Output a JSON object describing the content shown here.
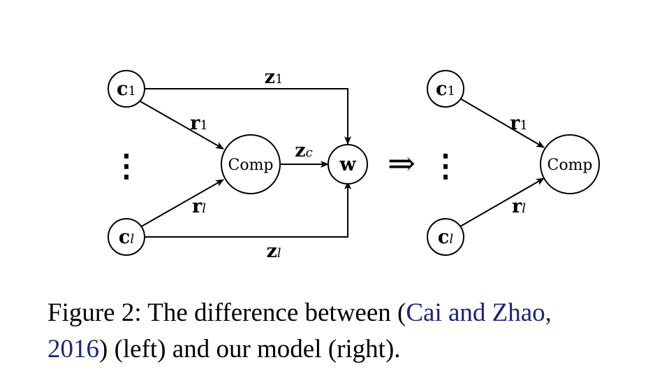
{
  "left": {
    "nodes": {
      "c1": {
        "base": "c",
        "sub": "1"
      },
      "cl": {
        "base": "c",
        "sub": "l"
      },
      "comp": "Comp",
      "w": "w",
      "dots": "⋮"
    },
    "edges": {
      "r1": {
        "base": "r",
        "sub": "1"
      },
      "rl": {
        "base": "r",
        "sub": "l"
      },
      "z1": {
        "base": "z",
        "sub": "1"
      },
      "zl": {
        "base": "z",
        "sub": "l"
      },
      "zc": {
        "base": "z",
        "sub": "c"
      }
    }
  },
  "transform_arrow": "⇒",
  "right": {
    "nodes": {
      "c1": {
        "base": "c",
        "sub": "1"
      },
      "cl": {
        "base": "c",
        "sub": "l"
      },
      "comp": "Comp",
      "dots": "⋮"
    },
    "edges": {
      "r1": {
        "base": "r",
        "sub": "1"
      },
      "rl": {
        "base": "r",
        "sub": "l"
      }
    }
  },
  "caption": {
    "prefix": "Figure 2: The difference between (",
    "cite_part1": "Cai and Zhao,",
    "cite_part2": "2016",
    "suffix": ") (left) and our model (right).",
    "cite_color": "#1a237e"
  }
}
